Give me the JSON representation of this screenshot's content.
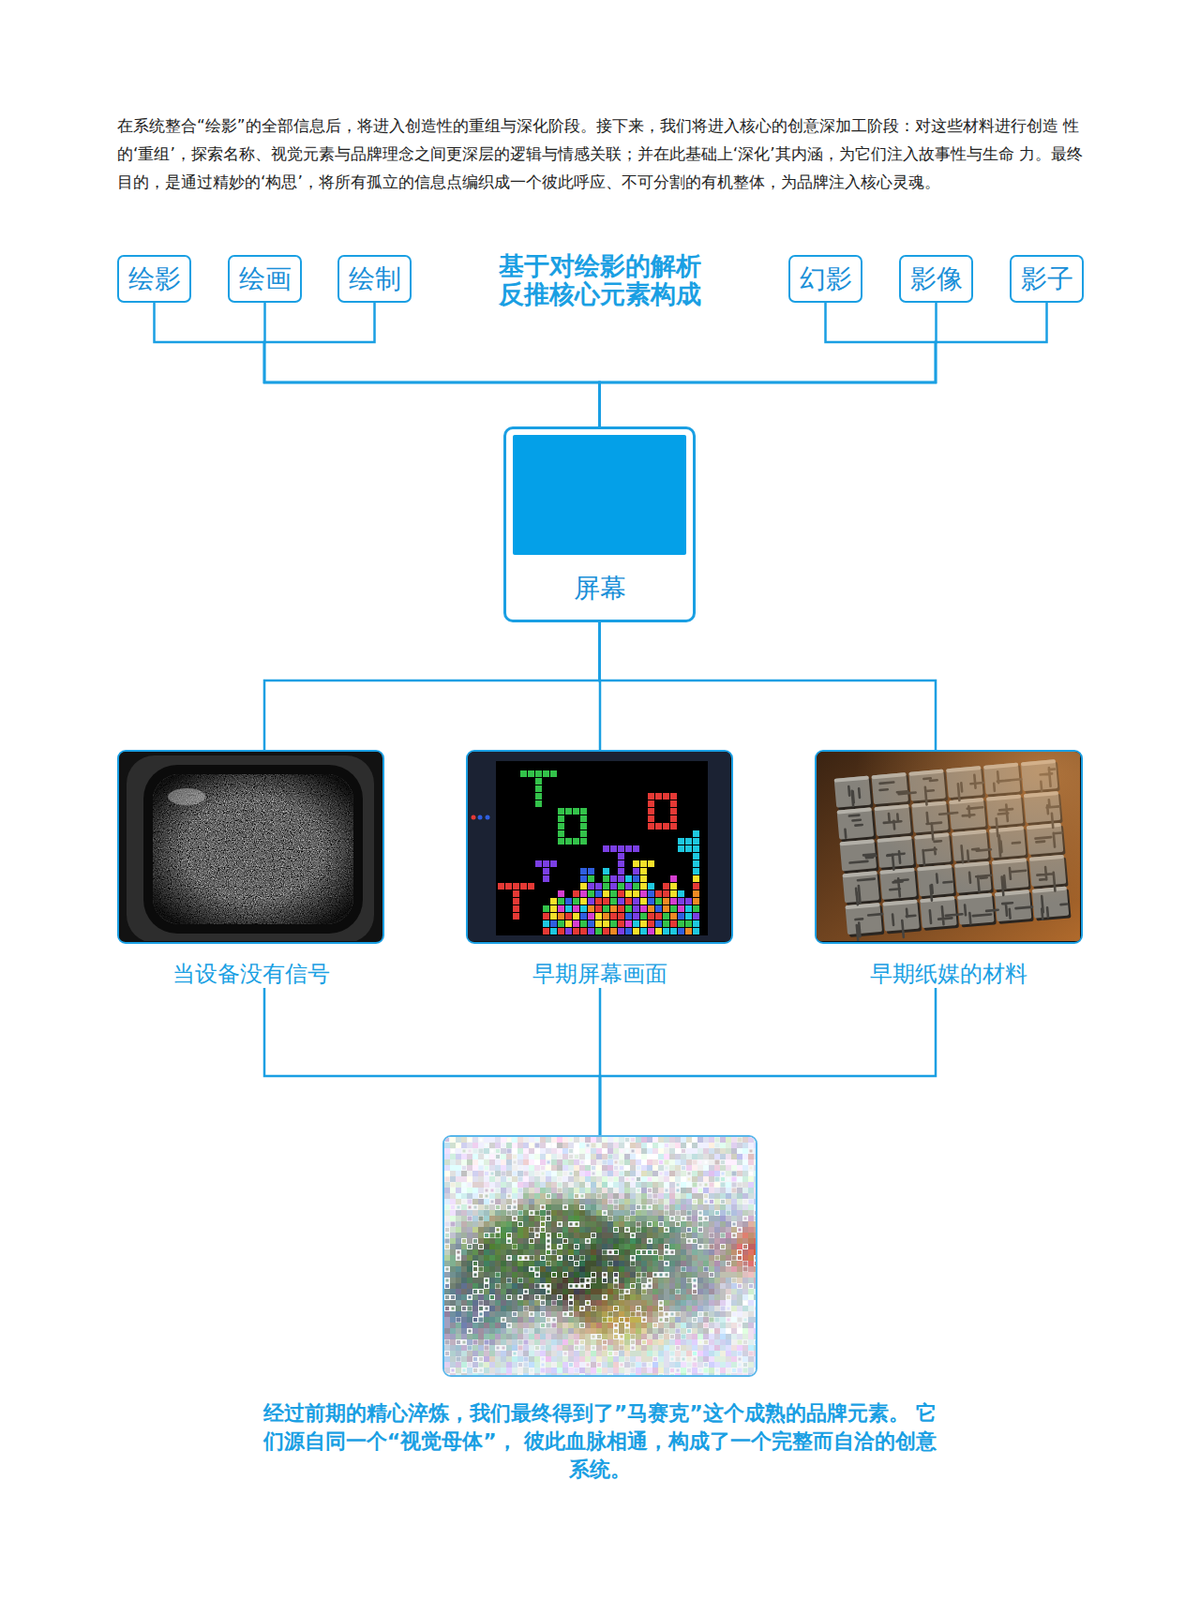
{
  "diagram": {
    "title": "基于对绘影的解析 反推核心元素构成",
    "nodes": [
      {
        "text": [
          "绘影"
        ]
      },
      {
        "text": [
          "绘画"
        ]
      },
      {
        "text": [
          "绘制"
        ]
      },
      {
        "text": [
          "幻影"
        ]
      },
      {
        "text": [
          "影像"
        ]
      },
      {
        "text": [
          "影子"
        ]
      },
      {
        "text": [
          "屏幕"
        ]
      },
      {
        "text": [
          "当设备没有信号"
        ]
      },
      {
        "text": [
          "早期屏幕画面"
        ]
      },
      {
        "text": [
          "早期纸媒的材料"
        ]
      },
      {
        "text": [
          "经过前期的精心淬炼，我们最终得到了”马赛克”这个成熟的品牌元素。 它们源自同一个“视觉母体”， 彼此血脉相通，构成了一个完整而自洽的创意系统。"
        ]
      }
    ],
    "edges": [
      {
        "from": 0,
        "to": 6,
        "arrow": "none"
      },
      {
        "from": 1,
        "to": 6,
        "arrow": "none"
      },
      {
        "from": 2,
        "to": 6,
        "arrow": "none"
      },
      {
        "from": 3,
        "to": 6,
        "arrow": "none"
      },
      {
        "from": 4,
        "to": 6,
        "arrow": "none"
      },
      {
        "from": 5,
        "to": 6,
        "arrow": "none"
      },
      {
        "from": 6,
        "to": 7,
        "arrow": "none"
      },
      {
        "from": 6,
        "to": 8,
        "arrow": "none"
      },
      {
        "from": 6,
        "to": 9,
        "arrow": "none"
      },
      {
        "from": 7,
        "to": 10,
        "arrow": "none"
      },
      {
        "from": 8,
        "to": 10,
        "arrow": "none"
      },
      {
        "from": 9,
        "to": 10,
        "arrow": "none"
      }
    ],
    "labels": [
      "在系统整合“绘影”的全部信息后，将进入创造性的重组与深化阶段。接下来，我们将进入核心的创意深加工阶段：对这些材料进行创造 性的‘重组’，探索名称、视觉元素与品牌理念之间更深层的逻辑与情感关联；并在此基础上‘深化’其内涵，为它们注入故事性与生命 力。最终目的，是通过精妙的‘构思’，将所有孤立的信息点编织成一个彼此呼应、不可分割的有机整体，为品牌注入核心灵魂。"
    ]
  }
}
